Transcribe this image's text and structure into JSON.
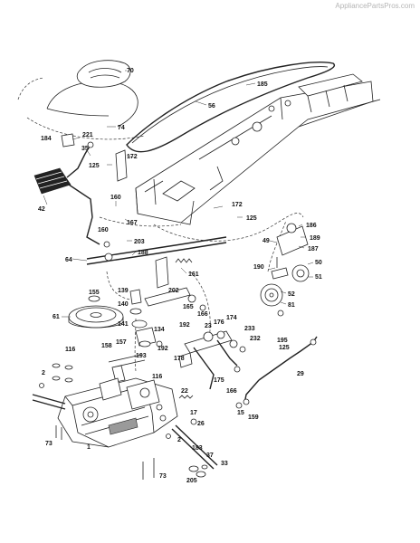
{
  "watermark": "AppliancePartsPros.com",
  "callouts": [
    {
      "id": "70",
      "label": "70"
    },
    {
      "id": "185",
      "label": "185"
    },
    {
      "id": "56",
      "label": "56"
    },
    {
      "id": "74",
      "label": "74"
    },
    {
      "id": "221",
      "label": "221"
    },
    {
      "id": "184",
      "label": "184"
    },
    {
      "id": "35",
      "label": "35"
    },
    {
      "id": "172a",
      "label": "172"
    },
    {
      "id": "125a",
      "label": "125"
    },
    {
      "id": "42",
      "label": "42"
    },
    {
      "id": "160a",
      "label": "160"
    },
    {
      "id": "167",
      "label": "167"
    },
    {
      "id": "160b",
      "label": "160"
    },
    {
      "id": "172b",
      "label": "172"
    },
    {
      "id": "125b",
      "label": "125"
    },
    {
      "id": "186",
      "label": "186"
    },
    {
      "id": "189",
      "label": "189"
    },
    {
      "id": "49",
      "label": "49"
    },
    {
      "id": "187",
      "label": "187"
    },
    {
      "id": "203",
      "label": "203"
    },
    {
      "id": "188",
      "label": "188"
    },
    {
      "id": "64",
      "label": "64"
    },
    {
      "id": "161",
      "label": "161"
    },
    {
      "id": "190",
      "label": "190"
    },
    {
      "id": "50",
      "label": "50"
    },
    {
      "id": "51",
      "label": "51"
    },
    {
      "id": "52",
      "label": "52"
    },
    {
      "id": "81",
      "label": "81"
    },
    {
      "id": "139",
      "label": "139"
    },
    {
      "id": "202",
      "label": "202"
    },
    {
      "id": "155",
      "label": "155"
    },
    {
      "id": "140",
      "label": "140"
    },
    {
      "id": "165",
      "label": "165"
    },
    {
      "id": "166a",
      "label": "166"
    },
    {
      "id": "61",
      "label": "61"
    },
    {
      "id": "141",
      "label": "141"
    },
    {
      "id": "134",
      "label": "134"
    },
    {
      "id": "192a",
      "label": "192"
    },
    {
      "id": "23",
      "label": "23"
    },
    {
      "id": "176",
      "label": "176"
    },
    {
      "id": "174",
      "label": "174"
    },
    {
      "id": "233",
      "label": "233"
    },
    {
      "id": "232",
      "label": "232"
    },
    {
      "id": "157",
      "label": "157"
    },
    {
      "id": "192b",
      "label": "192"
    },
    {
      "id": "158",
      "label": "158"
    },
    {
      "id": "193",
      "label": "193"
    },
    {
      "id": "116a",
      "label": "116"
    },
    {
      "id": "116b",
      "label": "116"
    },
    {
      "id": "178",
      "label": "178"
    },
    {
      "id": "195",
      "label": "195"
    },
    {
      "id": "125c",
      "label": "125"
    },
    {
      "id": "29",
      "label": "29"
    },
    {
      "id": "175",
      "label": "175"
    },
    {
      "id": "22",
      "label": "22"
    },
    {
      "id": "166b",
      "label": "166"
    },
    {
      "id": "2a",
      "label": "2"
    },
    {
      "id": "17",
      "label": "17"
    },
    {
      "id": "15",
      "label": "15"
    },
    {
      "id": "159",
      "label": "159"
    },
    {
      "id": "26",
      "label": "26"
    },
    {
      "id": "73a",
      "label": "73"
    },
    {
      "id": "1",
      "label": "1"
    },
    {
      "id": "2b",
      "label": "2"
    },
    {
      "id": "183",
      "label": "183"
    },
    {
      "id": "37",
      "label": "37"
    },
    {
      "id": "33",
      "label": "33"
    },
    {
      "id": "73b",
      "label": "73"
    },
    {
      "id": "205",
      "label": "205"
    }
  ]
}
